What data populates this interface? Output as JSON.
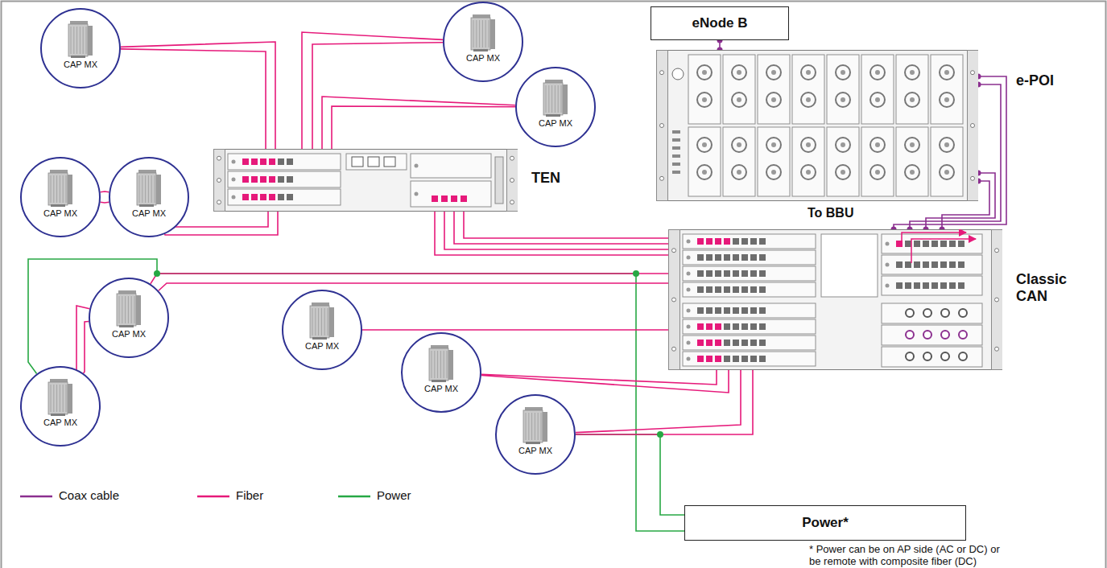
{
  "diagram": {
    "nodes": [
      {
        "text": [
          "CAP MX"
        ]
      },
      {
        "text": [
          "CAP MX"
        ]
      },
      {
        "text": [
          "eNode B"
        ]
      },
      {
        "text": [
          "CAP MX"
        ]
      },
      {
        "text": [
          "CAP MX"
        ]
      },
      {
        "text": [
          "CAP MX"
        ]
      },
      {
        "text": [
          "TEN"
        ]
      },
      {
        "text": [
          "e-POI"
        ]
      },
      {
        "text": [
          "CAP MX"
        ]
      },
      {
        "text": [
          "CAP MX"
        ]
      },
      {
        "text": [
          "Classic CAN"
        ]
      },
      {
        "text": [
          "CAP MX"
        ]
      },
      {
        "text": [
          "CAP MX"
        ]
      },
      {
        "text": [
          "CAP MX"
        ]
      },
      {
        "text": [
          "Power*"
        ]
      }
    ],
    "edges": [
      {
        "from": 0,
        "to": 6,
        "arrow": "none"
      },
      {
        "from": 1,
        "to": 6,
        "arrow": "none"
      },
      {
        "from": 2,
        "to": 7,
        "arrow": "none"
      },
      {
        "from": 3,
        "to": 6,
        "arrow": "none"
      },
      {
        "from": 4,
        "to": 5,
        "arrow": "none"
      },
      {
        "from": 5,
        "to": 6,
        "arrow": "none"
      },
      {
        "from": 6,
        "to": 10,
        "arrow": "none"
      },
      {
        "from": 7,
        "to": 10,
        "arrow": "none"
      },
      {
        "from": 8,
        "to": 10,
        "arrow": "none"
      },
      {
        "from": 8,
        "to": 11,
        "arrow": "none"
      },
      {
        "from": 9,
        "to": 10,
        "arrow": "none"
      },
      {
        "from": 12,
        "to": 10,
        "arrow": "none"
      },
      {
        "from": 13,
        "to": 10,
        "arrow": "none"
      },
      {
        "from": 14,
        "to": 11,
        "arrow": "none"
      },
      {
        "from": 14,
        "to": 13,
        "arrow": "none"
      }
    ],
    "labels": [
      "To BBU",
      "* Power can be on AP side (AC or DC) or be remote with composite fiber (DC)"
    ],
    "legend": [
      {
        "text": "Coax cable"
      },
      {
        "text": "Fiber"
      },
      {
        "text": "Power"
      }
    ]
  }
}
